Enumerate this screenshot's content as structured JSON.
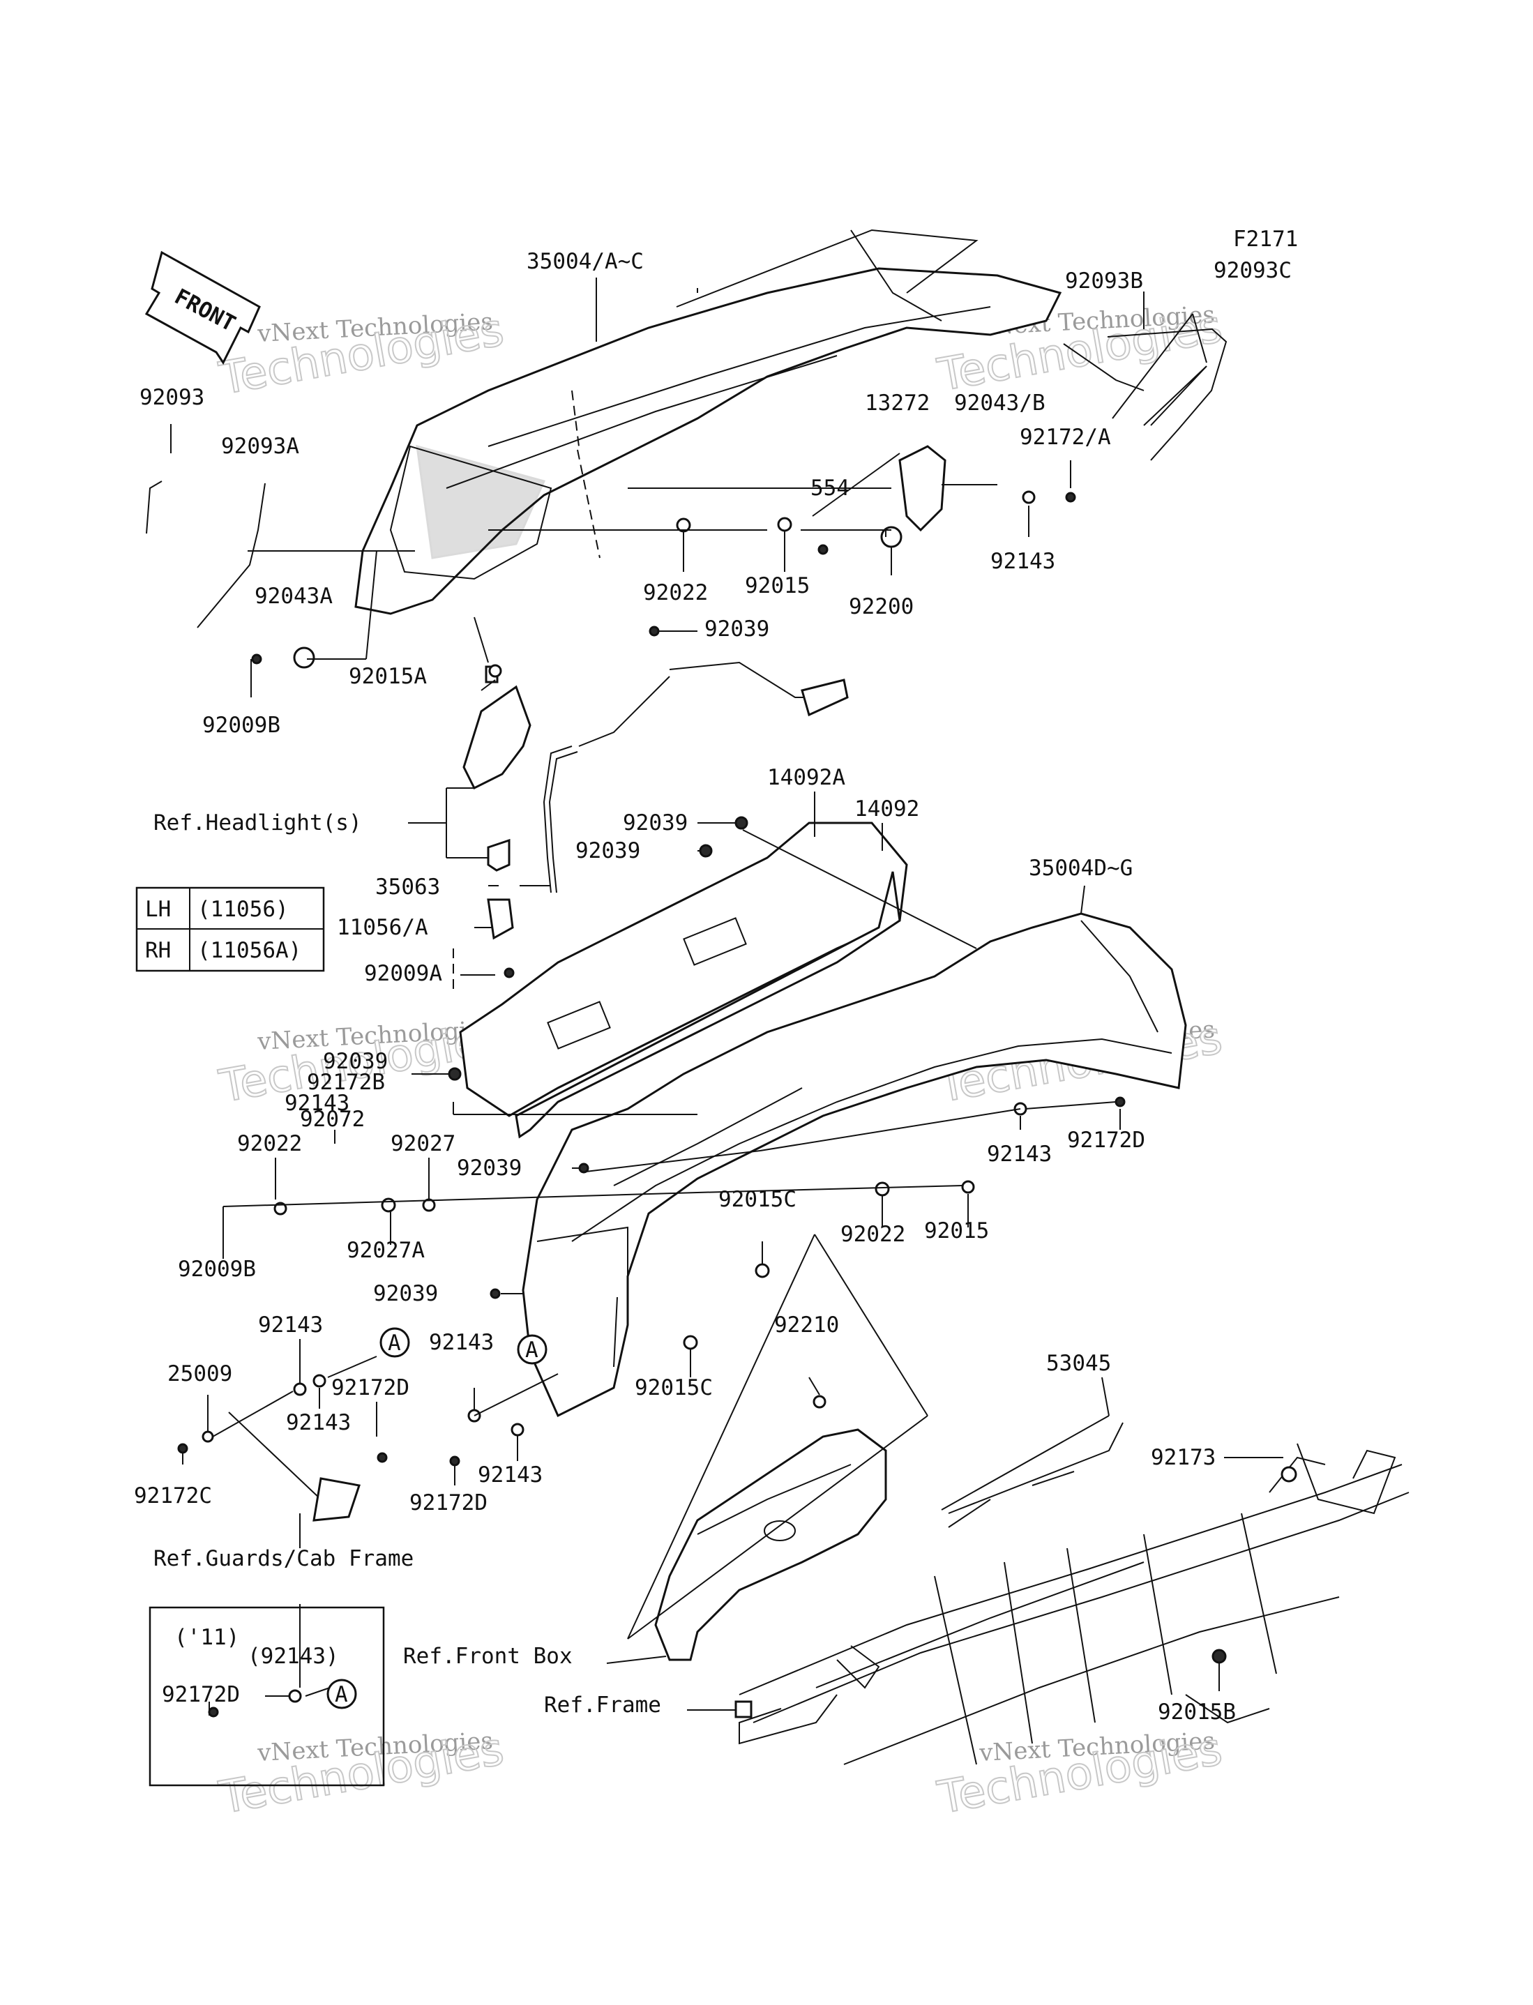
{
  "figure_code": "F2171",
  "front_arrow": "FRONT",
  "watermarks": [
    "vNext Technologies",
    "Technologies"
  ],
  "callouts": {
    "p35004_ac": "35004/A~C",
    "p92093b": "92093B",
    "p92093c": "92093C",
    "p92093": "92093",
    "p92093a": "92093A",
    "p13272": "13272",
    "p92043_b": "92043/B",
    "p92172_a": "92172/A",
    "p554": "554",
    "p92022_top": "92022",
    "p92015_top": "92015",
    "p92200": "92200",
    "p92143_top": "92143",
    "p92043a": "92043A",
    "p92039_top": "92039",
    "p92015a": "92015A",
    "p92009b_top": "92009B",
    "ref_headlight": "Ref.Headlight(s)",
    "p14092a": "14092A",
    "p14092": "14092",
    "p92039_a": "92039",
    "p92039_b": "92039",
    "p35063": "35063",
    "p35004_dg": "35004D~G",
    "p11056_a": "11056/A",
    "p92009a": "92009A",
    "p92039_c": "92039",
    "p92172b": "92172B",
    "p92143_c": "92143",
    "p92072": "92072",
    "p92022_left": "92022",
    "p92027": "92027",
    "p92039_d": "92039",
    "p92143_right": "92143",
    "p92172d_right": "92172D",
    "p92009b_low": "92009B",
    "p92027a": "92027A",
    "p92015c_a": "92015C",
    "p92022_mid": "92022",
    "p92015_mid": "92015",
    "p92039_e": "92039",
    "p92143_l1": "92143",
    "p92210": "92210",
    "p92143_l2": "92143",
    "p25009": "25009",
    "p92172d_l": "92172D",
    "p92015c_b": "92015C",
    "p53045": "53045",
    "p92143_l3": "92143",
    "p92172c": "92172C",
    "p92143_l4": "92143",
    "p92172d_l2": "92172D",
    "p92173": "92173",
    "ref_guards": "Ref.Guards/Cab Frame",
    "ref_front_box": "Ref.Front Box",
    "ref_frame": "Ref.Frame",
    "p92015b": "92015B",
    "circle_a": "A"
  },
  "side_table": {
    "rows": [
      {
        "side": "LH",
        "part": "(11056)"
      },
      {
        "side": "RH",
        "part": "(11056A)"
      }
    ]
  },
  "inset": {
    "year": "('11)",
    "part_ref": "(92143)",
    "bolt": "92172D",
    "circle": "A"
  }
}
